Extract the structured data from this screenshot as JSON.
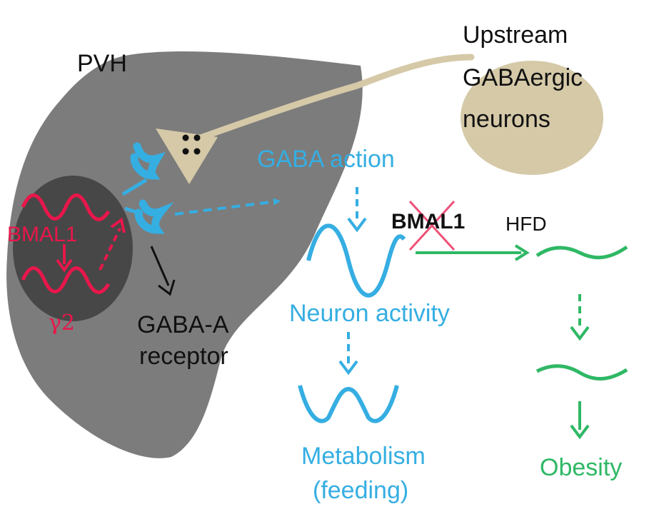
{
  "labels": {
    "pvh": "PVH",
    "upstream": [
      "Upstream",
      "GABAergic",
      "neurons"
    ],
    "gaba_action": "GABA action",
    "bmal1_knockout": "BMAL1",
    "hfd": "HFD",
    "bmal1_cell": "BMAL1",
    "gamma2": "γ2",
    "gaba_a_receptor": [
      "GABA-A",
      "receptor"
    ],
    "neuron_activity": "Neuron activity",
    "metabolism": [
      "Metabolism",
      "(feeding)"
    ],
    "obesity": "Obesity"
  },
  "colors": {
    "pvh_region": "#7c7c7c",
    "nucleus": "#474747",
    "upstream_neuron": "#d5c9a8",
    "gaba_blue": "#35aee2",
    "hfd_green": "#2fb865",
    "bmal1_red": "#e8174b"
  },
  "icons": [
    "receptor-icon",
    "presynaptic-terminal-icon",
    "vesicle-icon",
    "cross-out-icon",
    "oscillation-wave-icon"
  ]
}
